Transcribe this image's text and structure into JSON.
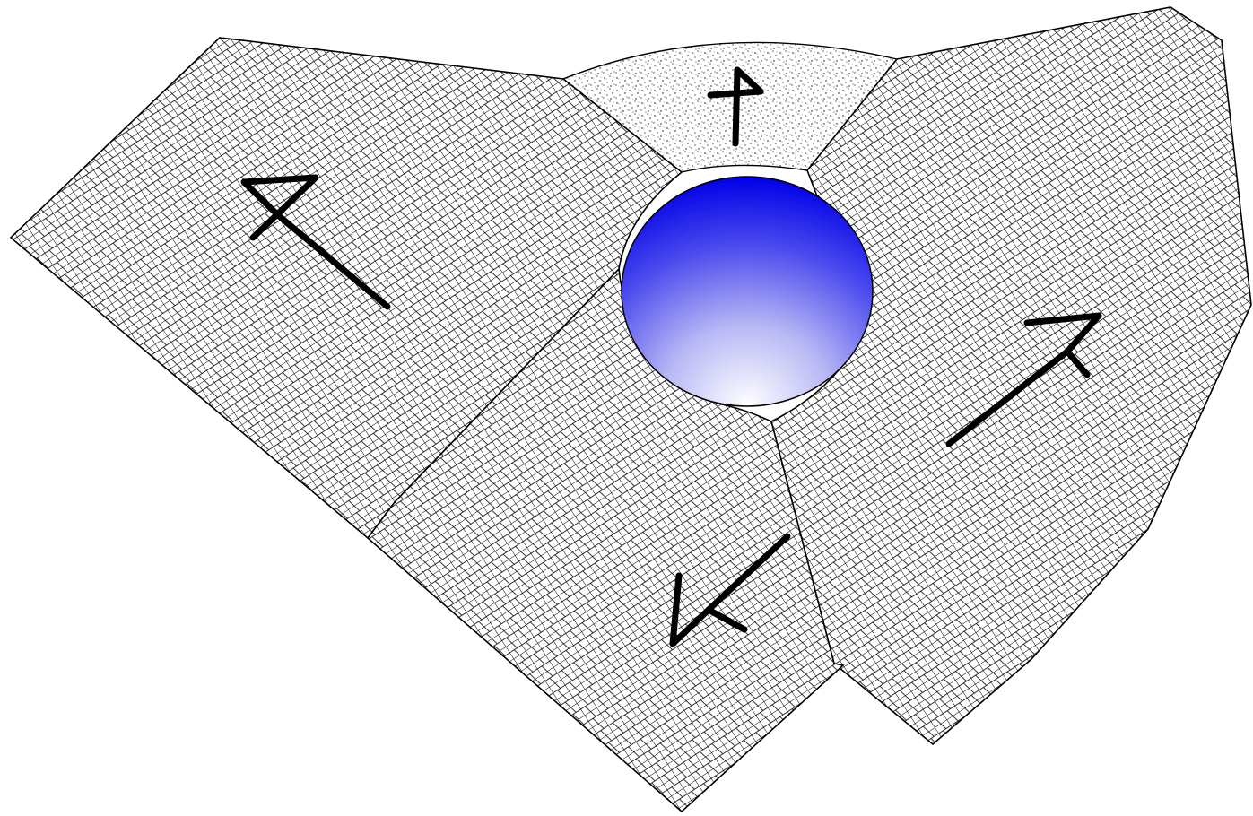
{
  "diagram": {
    "elements": [
      {
        "name": "panel-upper-left",
        "pattern": "crosshatch-grid"
      },
      {
        "name": "panel-top-center",
        "pattern": "stipple"
      },
      {
        "name": "panel-right",
        "pattern": "crosshatch-grid"
      },
      {
        "name": "panel-bottom-center",
        "pattern": "crosshatch-grid"
      },
      {
        "name": "central-sphere",
        "color_top": "#0000e8",
        "color_bottom": "#ffffff"
      },
      {
        "name": "arrow-upper-left",
        "direction": "outward-upper-left"
      },
      {
        "name": "arrow-top",
        "direction": "outward-up"
      },
      {
        "name": "arrow-right",
        "direction": "outward-upper-right"
      },
      {
        "name": "arrow-bottom",
        "direction": "outward-lower-left"
      }
    ],
    "colors": {
      "line": "#000000",
      "background": "#ffffff",
      "sphere_dark": "#0000e8",
      "sphere_light": "#ffffff"
    }
  }
}
